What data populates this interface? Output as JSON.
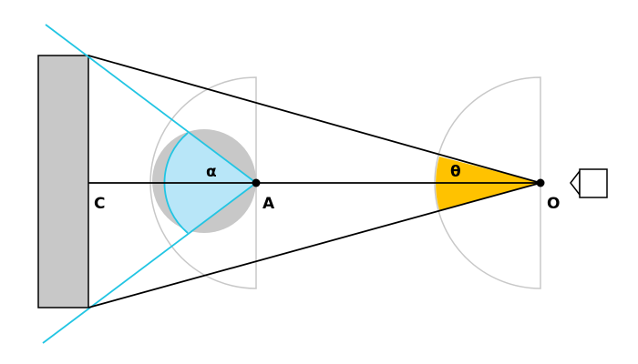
{
  "labels": {
    "point_c": "C",
    "point_a": "A",
    "point_o": "O",
    "angle_alpha": "α",
    "angle_theta": "θ"
  },
  "colors": {
    "wall_fill": "#c8c8c8",
    "wall_stroke": "#000000",
    "sight_lines": "#000000",
    "cyan_lines": "#22c5e3",
    "alpha_sector_fill": "#b8e6f8",
    "grey_disk": "#c8c8c8",
    "theta_sector_fill": "#ffc200",
    "guide_arcs": "#c8c8c8",
    "points": "#000000"
  },
  "icons": {
    "camera": "camera-icon"
  }
}
